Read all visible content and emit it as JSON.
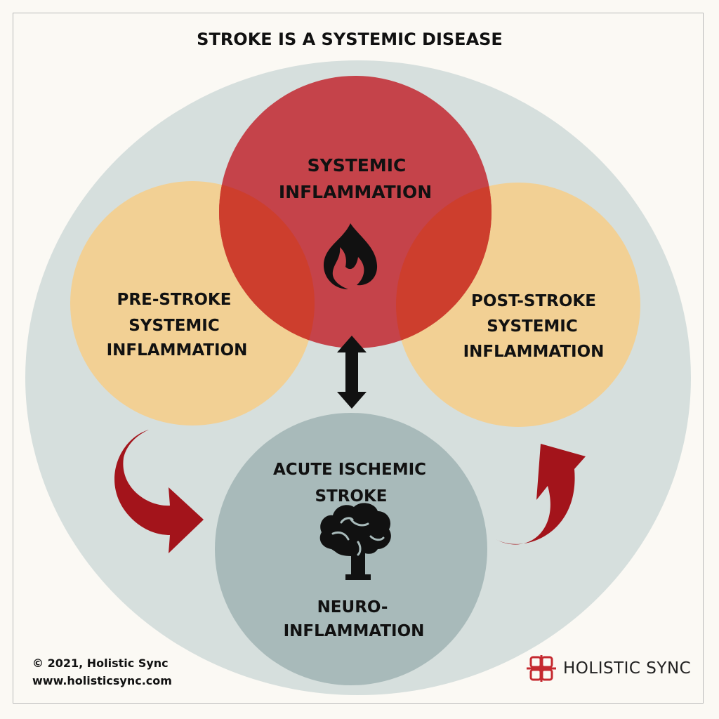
{
  "title": "STROKE IS A SYSTEMIC DISEASE",
  "nodes": {
    "systemic": {
      "line1": "SYSTEMIC",
      "line2": "INFLAMMATION",
      "icon": "fire-icon"
    },
    "pre": {
      "line1": "PRE-STROKE",
      "line2": "SYSTEMIC",
      "line3": "INFLAMMATION"
    },
    "post": {
      "line1": "POST-STROKE",
      "line2": "SYSTEMIC",
      "line3": "INFLAMMATION"
    },
    "stroke": {
      "line1": "ACUTE ISCHEMIC",
      "line2": "STROKE",
      "icon": "brain-icon",
      "line3": "NEURO-",
      "line4": "INFLAMMATION"
    }
  },
  "colors": {
    "background": "#fbf9f4",
    "outer_circle": "#d6dfdd",
    "systemic": "#c5434a",
    "pre_post": "#f2d094",
    "overlap": "#cd3e2d",
    "stroke": "#a8baba",
    "curved_arrows": "#a3141b",
    "double_arrow": "#111111"
  },
  "footer": {
    "copyright": "© 2021, Holistic Sync",
    "website": "www.holisticsync.com",
    "brand": "HOLISTIC SYNC",
    "brand_icon": "knot-logo-icon"
  }
}
